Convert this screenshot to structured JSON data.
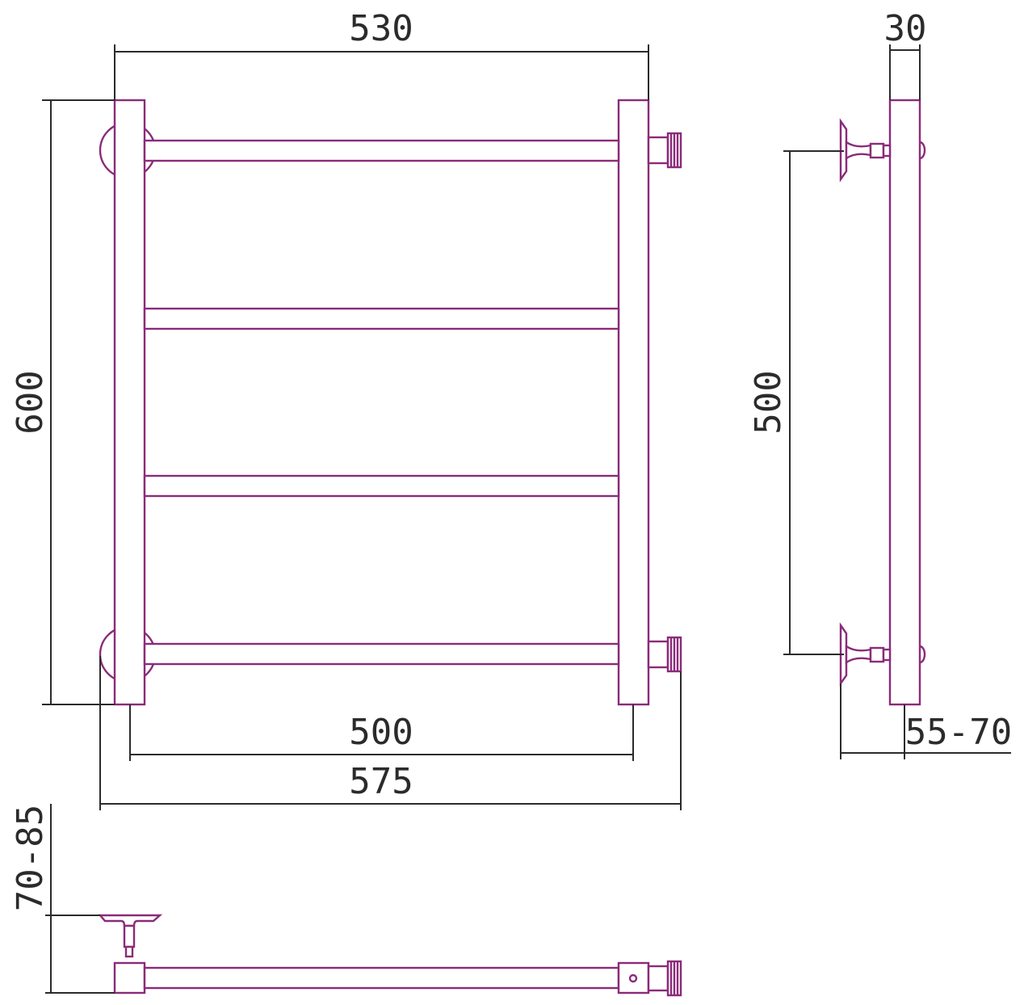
{
  "colors": {
    "part_stroke": "#8b2a7a",
    "dimension_stroke": "#2b2b2b",
    "background": "#ffffff"
  },
  "dimensions": {
    "overall_width": "530",
    "overall_height": "600",
    "depth_profile": "30",
    "connection_spacing_side": "500",
    "wall_offset_side": "55-70",
    "connection_spacing_front": "500",
    "overall_width_with_fittings": "575",
    "wall_offset_bottom": "70-85"
  }
}
